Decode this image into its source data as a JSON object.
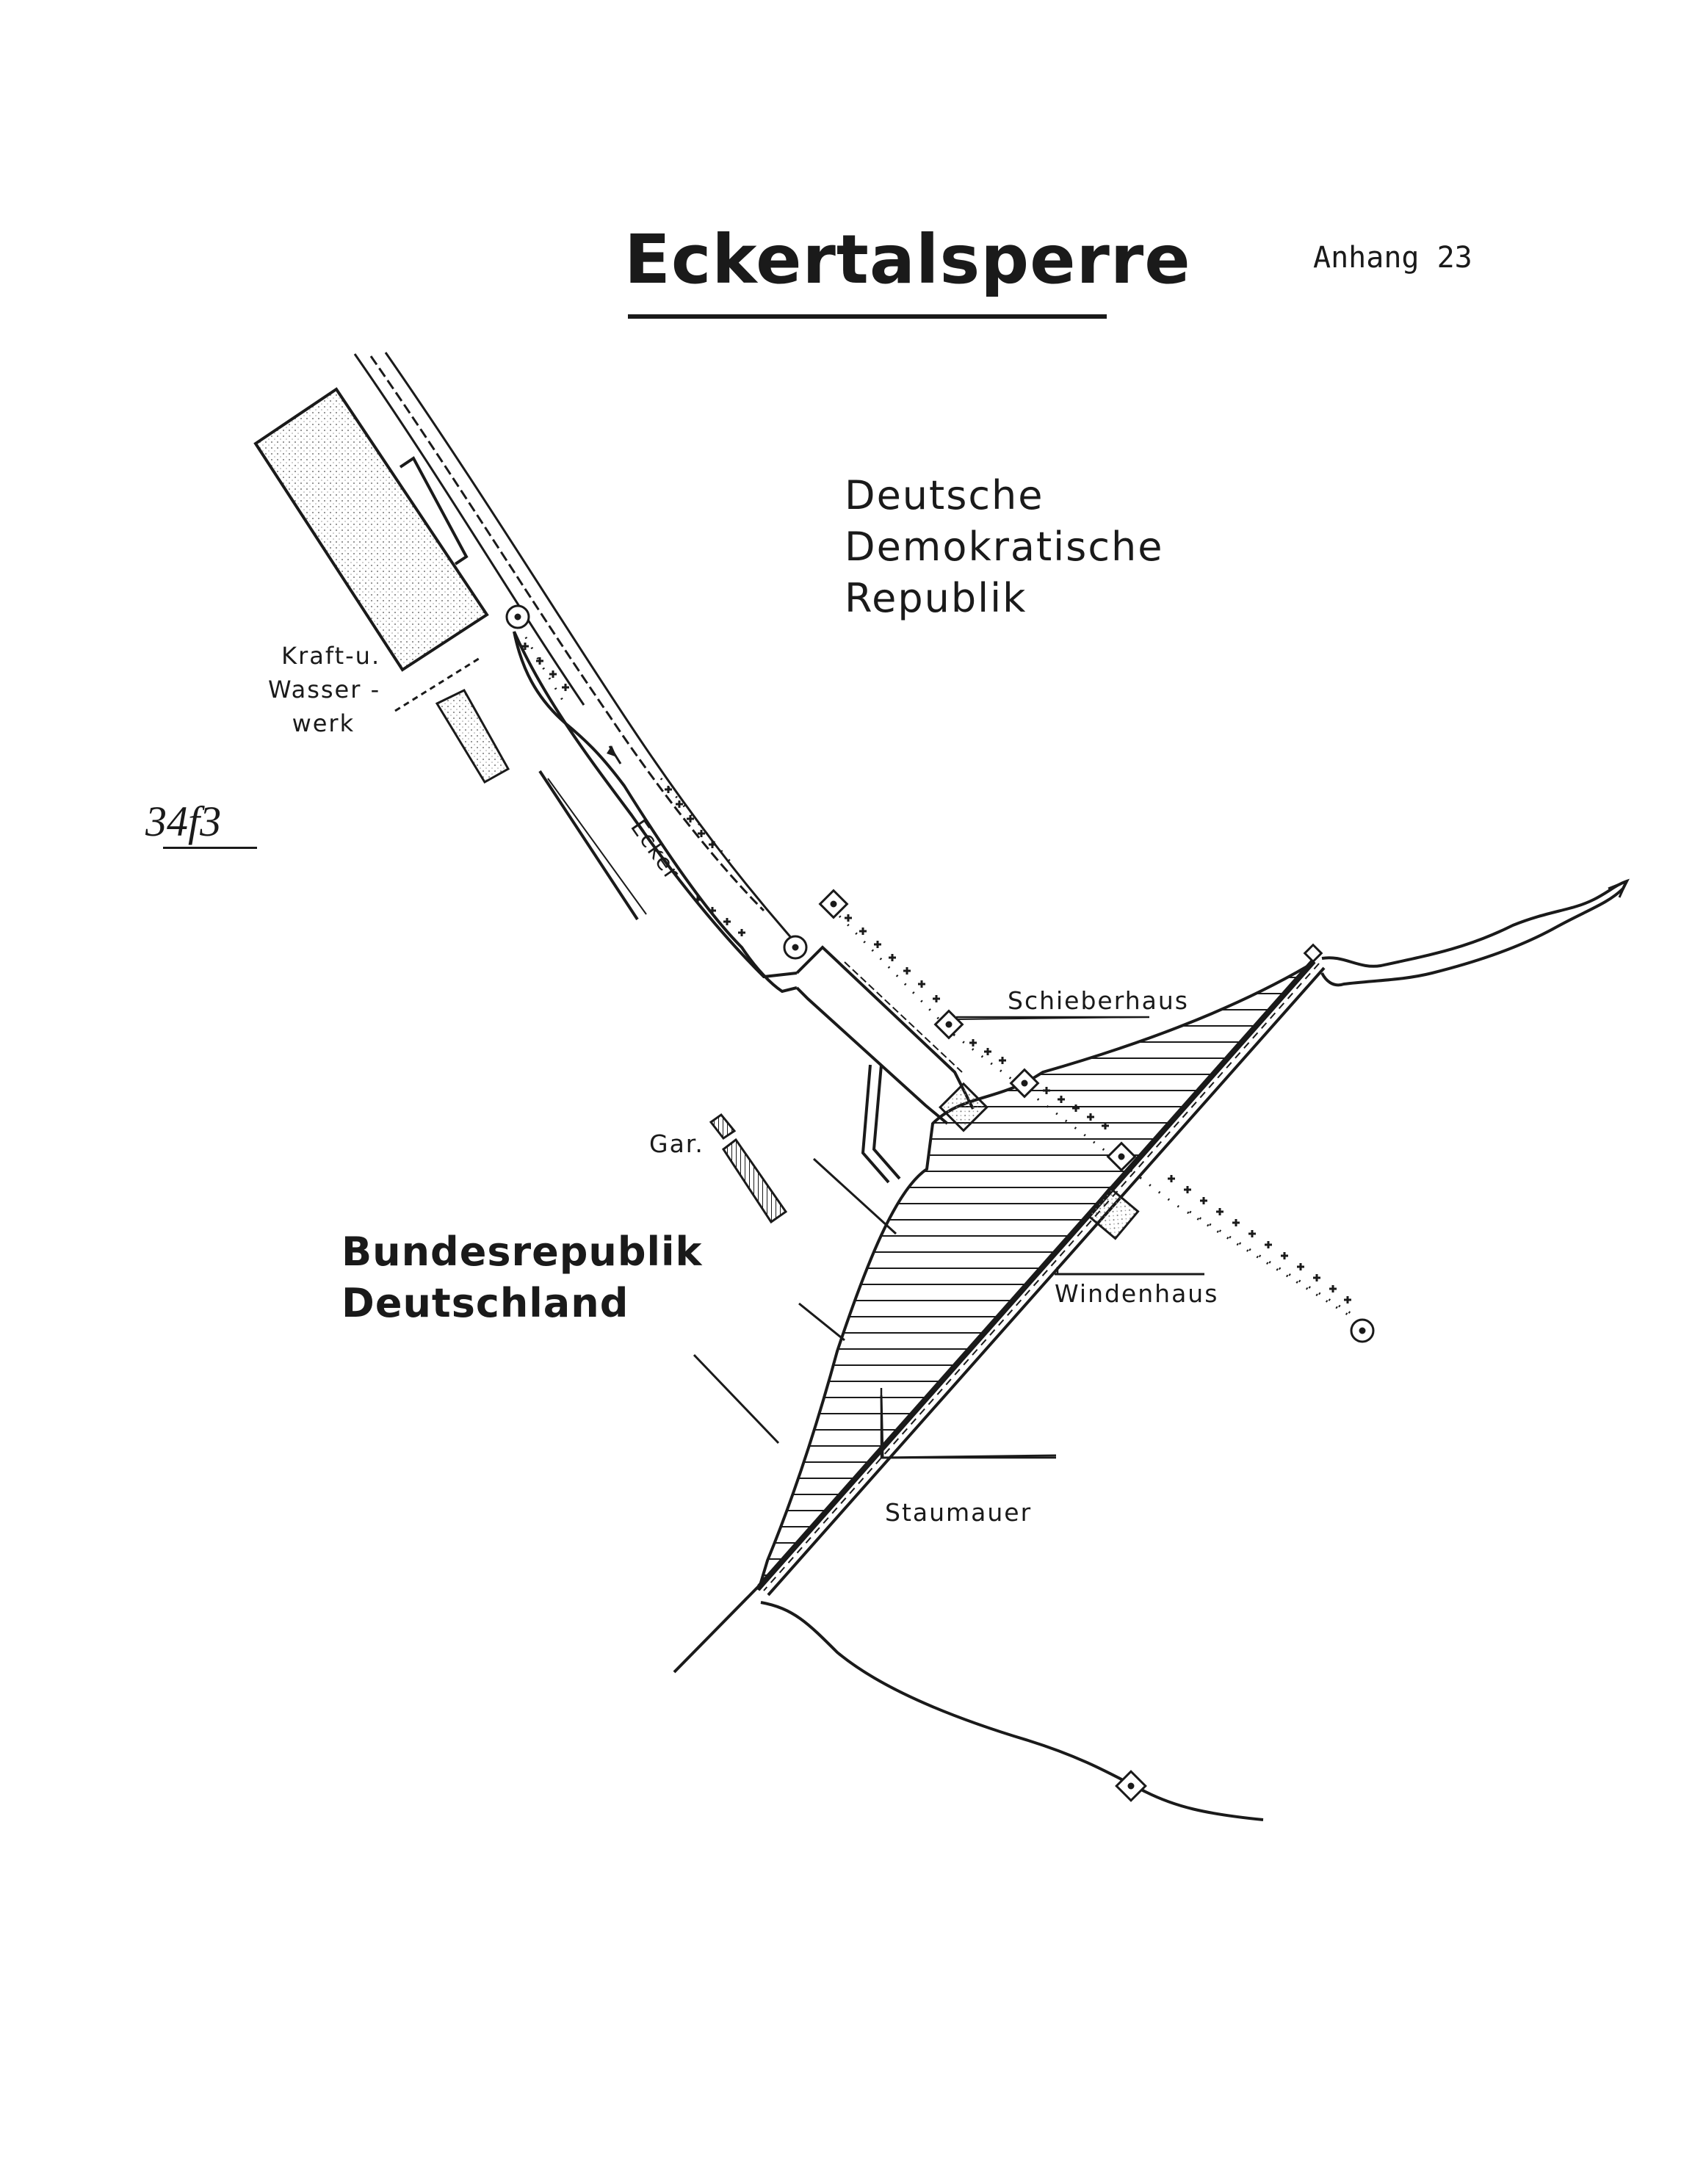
{
  "title": "Eckertalsperre",
  "appendix": "Anhang 23",
  "archive_number": "34f3",
  "regions": {
    "east_line1": "Deutsche",
    "east_line2": "Demokratische",
    "east_line3": "Republik",
    "west_line1": "Bundesrepublik",
    "west_line2": "Deutschland"
  },
  "labels": {
    "kraft_line1": "Kraft-u.",
    "kraft_line2": "Wasser -",
    "kraft_line3": "werk",
    "river": "Ecker",
    "gate_house": "Schieberhaus",
    "garage": "Gar.",
    "winch_house": "Windenhaus",
    "dam_wall": "Staumauer"
  },
  "colors": {
    "ink": "#1a1a1a",
    "paper": "#ffffff"
  },
  "icons": [
    "border-marker-icon",
    "boundary-stone-icon"
  ]
}
